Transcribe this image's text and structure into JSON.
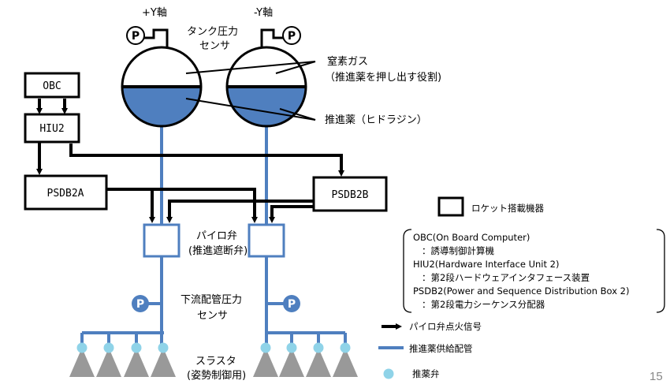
{
  "tanks": {
    "plus_y_label": "+Y軸",
    "minus_y_label": "-Y軸"
  },
  "labels": {
    "tank_pressure_sensor": [
      "タンク圧力",
      "センサ"
    ],
    "nitrogen_gas": [
      "窒素ガス",
      "（推進薬を押し出す役割)"
    ],
    "propellant": "推進薬（ヒドラジン）",
    "pyro_valve": [
      "パイロ弁",
      "(推進遮断弁)"
    ],
    "downstream_sensor": [
      "下流配管圧力",
      "センサ"
    ],
    "thrusters": [
      "スラスタ",
      "(姿勢制御用)"
    ],
    "pressure_symbol": "P"
  },
  "boxes": {
    "obc": "OBC",
    "hiu2": "HIU2",
    "psdb2a": "PSDB2A",
    "psdb2b": "PSDB2B"
  },
  "legend": {
    "rocket_equipment": "ロケット搭載機器",
    "abbreviations": [
      "OBC(On Board Computer)",
      "：誘導制御計算機",
      "HIU2(Hardware Interface Unit 2)",
      "：第2段ハードウェアインタフェース装置",
      "PSDB2(Power and Sequence Distribution Box 2)",
      "：第2段電力シーケンス分配器"
    ],
    "pyro_signal": "パイロ弁点火信号",
    "propellant_pipe": "推進薬供給配管",
    "propellant_valve": "推薬弁"
  },
  "colors": {
    "pipe": "#4f7fbf",
    "propellant": "#4f7fbf",
    "valve": "#8fd3e8",
    "thruster": "#999999",
    "sensor_fill": "#4f7fbf"
  },
  "page_number": "15"
}
